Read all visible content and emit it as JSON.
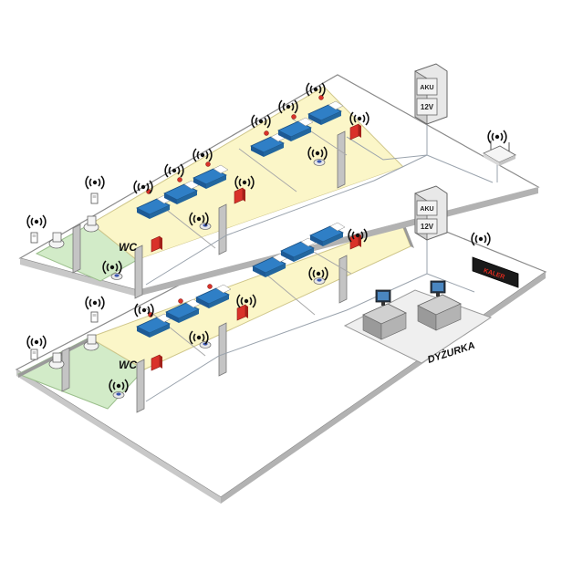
{
  "labels": {
    "wc_upper": "WC",
    "wc_lower": "WC",
    "duty_room": "DYŻURKA",
    "display_text": "KALER",
    "psu_upper_top": "AKU",
    "psu_upper_bottom": "12V",
    "psu_lower_top": "AKU",
    "psu_lower_bottom": "12V"
  },
  "colors": {
    "bathroom_floor": "#d2ebc8",
    "room_floor": "#fbf6c8",
    "duty_floor": "#efefef",
    "corridor_floor": "#ffffff",
    "wall": "#b8b8b8",
    "bed": "#2f7fc6",
    "call_button": "#d9322a",
    "display_led": "#e02a1e",
    "wire": "#9aa3ad"
  },
  "icons": [
    "wireless-signal-icon",
    "bed-icon",
    "toilet-icon",
    "call-button-icon",
    "ceiling-sensor-icon",
    "computer-monitor-icon",
    "power-supply-icon",
    "router-icon",
    "led-display-icon"
  ]
}
